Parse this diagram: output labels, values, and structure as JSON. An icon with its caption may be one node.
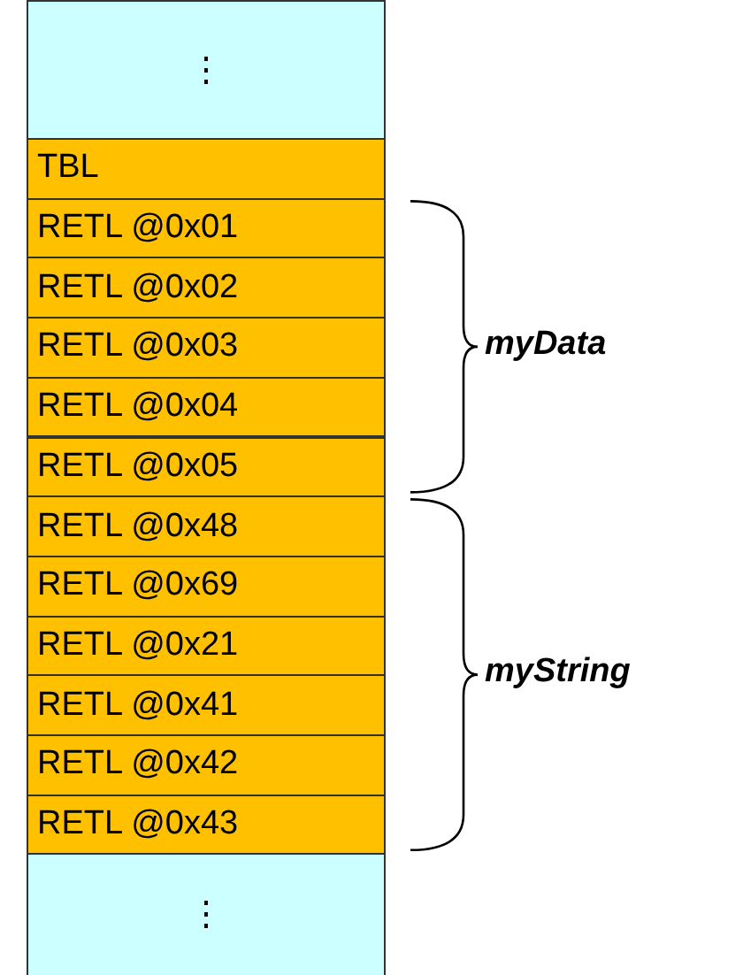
{
  "diagram": {
    "nodes": [
      {
        "text": [
          "⋮"
        ]
      },
      {
        "text": [
          "TBL"
        ]
      },
      {
        "text": [
          "RETL @0x01"
        ]
      },
      {
        "text": [
          "RETL @0x02"
        ]
      },
      {
        "text": [
          "RETL @0x03"
        ]
      },
      {
        "text": [
          "RETL @0x04"
        ]
      },
      {
        "text": [
          "RETL @0x05"
        ]
      },
      {
        "text": [
          "RETL @0x48"
        ]
      },
      {
        "text": [
          "RETL @0x69"
        ]
      },
      {
        "text": [
          "RETL @0x21"
        ]
      },
      {
        "text": [
          "RETL @0x41"
        ]
      },
      {
        "text": [
          "RETL @0x42"
        ]
      },
      {
        "text": [
          "RETL @0x43"
        ]
      },
      {
        "text": [
          "⋮"
        ]
      }
    ],
    "labels": [
      "myData",
      "myString"
    ]
  }
}
